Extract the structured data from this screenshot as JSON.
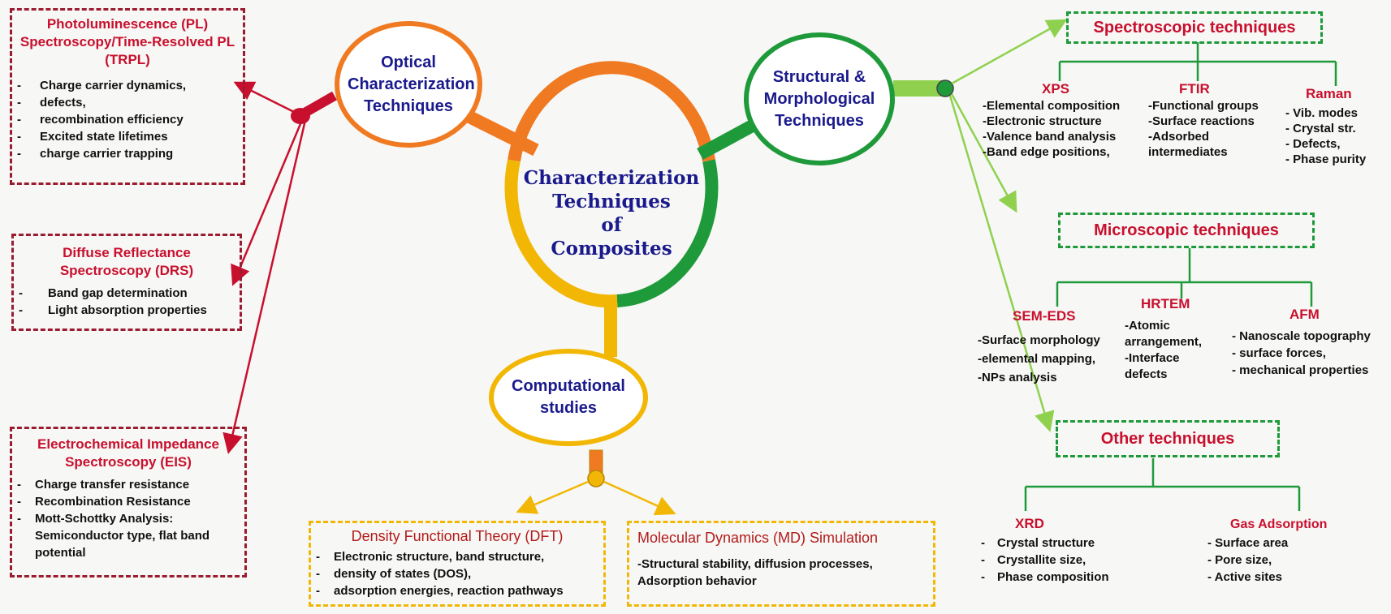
{
  "center": {
    "lines": [
      "Characterization",
      "Techniques",
      "of",
      "Composites"
    ]
  },
  "optical": {
    "label": "Optical Characterization Techniques",
    "boxes": [
      {
        "title": "Photoluminescence (PL) Spectroscopy/Time-Resolved PL (TRPL)",
        "items": [
          "Charge carrier dynamics,",
          "defects,",
          "recombination efficiency",
          "Excited state lifetimes",
          "charge carrier trapping"
        ]
      },
      {
        "title": "Diffuse Reflectance Spectroscopy (DRS)",
        "items": [
          "Band gap determination",
          "Light absorption properties"
        ]
      },
      {
        "title": "Electrochemical Impedance Spectroscopy (EIS)",
        "items": [
          "Charge transfer resistance",
          "Recombination Resistance",
          "Mott-Schottky Analysis: Semiconductor type, flat band potential"
        ]
      }
    ]
  },
  "structural": {
    "label": "Structural & Morphological Techniques",
    "spectroscopic": {
      "title": "Spectroscopic techniques",
      "xps": {
        "name": "XPS",
        "items": [
          "-Elemental composition",
          "-Electronic structure",
          "-Valence band analysis",
          "-Band edge positions,"
        ]
      },
      "ftir": {
        "name": "FTIR",
        "items": [
          "-Functional groups",
          "-Surface reactions",
          "-Adsorbed",
          "intermediates"
        ]
      },
      "raman": {
        "name": "Raman",
        "items": [
          "- Vib. modes",
          "- Crystal str.",
          "- Defects,",
          "- Phase purity"
        ]
      }
    },
    "microscopic": {
      "title": "Microscopic techniques",
      "sem": {
        "name": "SEM-EDS",
        "items": [
          "-Surface morphology",
          "-elemental mapping,",
          "-NPs analysis"
        ]
      },
      "hrtem": {
        "name": "HRTEM",
        "items": [
          "-Atomic",
          "arrangement,",
          "-Interface",
          "defects"
        ]
      },
      "afm": {
        "name": "AFM",
        "items": [
          "- Nanoscale topography",
          "- surface forces,",
          "- mechanical properties"
        ]
      }
    },
    "other": {
      "title": "Other techniques",
      "xrd": {
        "name": "XRD",
        "items": [
          "Crystal structure",
          "Crystallite size,",
          "Phase composition"
        ]
      },
      "gas": {
        "name": "Gas Adsorption",
        "items": [
          "- Surface area",
          "- Pore size,",
          "- Active sites"
        ]
      }
    }
  },
  "computational": {
    "label": "Computational studies",
    "dft": {
      "title": "Density Functional Theory (DFT)",
      "items": [
        "Electronic structure, band structure,",
        "density of states (DOS),",
        "adsorption energies, reaction pathways"
      ]
    },
    "md": {
      "title": "Molecular Dynamics (MD) Simulation",
      "items": [
        "-Structural stability, diffusion processes,",
        "Adsorption behavior"
      ]
    }
  },
  "colors": {
    "optical": "#f07a22",
    "structural": "#1f9a3a",
    "computational": "#f2b705",
    "red": "#c8102e",
    "darkred": "#9b1b30",
    "navy": "#1a1a8c",
    "lightgreen": "#8fd14f"
  }
}
